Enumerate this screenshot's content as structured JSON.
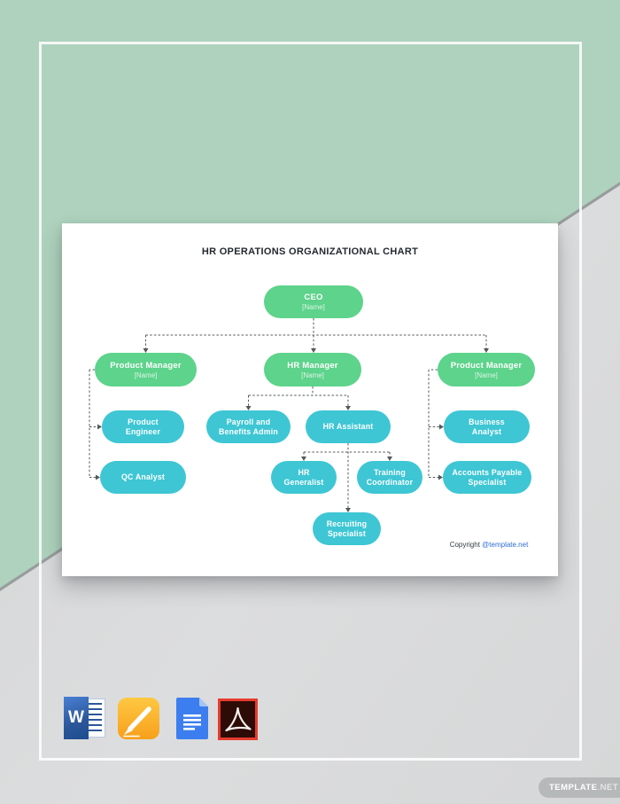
{
  "colors": {
    "background_green": "#aed2bd",
    "background_gray": "#d8d9da",
    "node_green": "#5dd38b",
    "node_teal": "#3ec6d4",
    "title_text": "#23292e",
    "connector_gray": "#53585b",
    "copyright_link_blue": "#2e6fd4",
    "word_blue": "#2b579a",
    "pages_orange": "#f7a01b",
    "docs_blue": "#3c7ef0",
    "pdf_red": "#e63c2e",
    "badge_gray": "#b6b9ba"
  },
  "document": {
    "title": "HR OPERATIONS ORGANIZATIONAL CHART",
    "copyright": {
      "prefix": "Copyright ",
      "link": "@template.net"
    }
  },
  "org": {
    "nodes": {
      "ceo": {
        "title": "CEO",
        "subtitle": "[Name]"
      },
      "pm_left": {
        "title": "Product Manager",
        "subtitle": "[Name]"
      },
      "hr_manager": {
        "title": "HR Manager",
        "subtitle": "[Name]"
      },
      "pm_right": {
        "title": "Product Manager",
        "subtitle": "[Name]"
      },
      "product_engineer": {
        "line1": "Product",
        "line2": "Engineer"
      },
      "payroll_benefits_admin": {
        "line1": "Payroll and",
        "line2": "Benefits Admin"
      },
      "hr_assistant": {
        "line1": "HR Assistant"
      },
      "business_analyst": {
        "line1": "Business",
        "line2": "Analyst"
      },
      "qc_analyst": {
        "line1": "QC Analyst"
      },
      "hr_generalist": {
        "line1": "HR",
        "line2": "Generalist"
      },
      "training_coordinator": {
        "line1": "Training",
        "line2": "Coordinator"
      },
      "accounts_payable_specialist": {
        "line1": "Accounts Payable",
        "line2": "Specialist"
      },
      "recruiting_specialist": {
        "line1": "Recruiting",
        "line2": "Specialist"
      }
    },
    "hierarchy": [
      {
        "parent": "CEO",
        "children": [
          "Product Manager (left)",
          "HR Manager",
          "Product Manager (right)"
        ]
      },
      {
        "parent": "Product Manager (left)",
        "children": [
          "Product Engineer",
          "QC Analyst"
        ]
      },
      {
        "parent": "HR Manager",
        "children": [
          "Payroll and Benefits Admin",
          "HR Assistant"
        ]
      },
      {
        "parent": "HR Assistant",
        "children": [
          "HR Generalist",
          "Training Coordinator",
          "Recruiting Specialist"
        ]
      },
      {
        "parent": "Product Manager (right)",
        "children": [
          "Business Analyst",
          "Accounts Payable Specialist"
        ]
      }
    ]
  },
  "footer": {
    "word_letter": "W",
    "format_icons": [
      "word",
      "pages",
      "google-docs",
      "pdf"
    ],
    "badge": {
      "bold": "TEMPLATE",
      "light": ".NET"
    }
  }
}
